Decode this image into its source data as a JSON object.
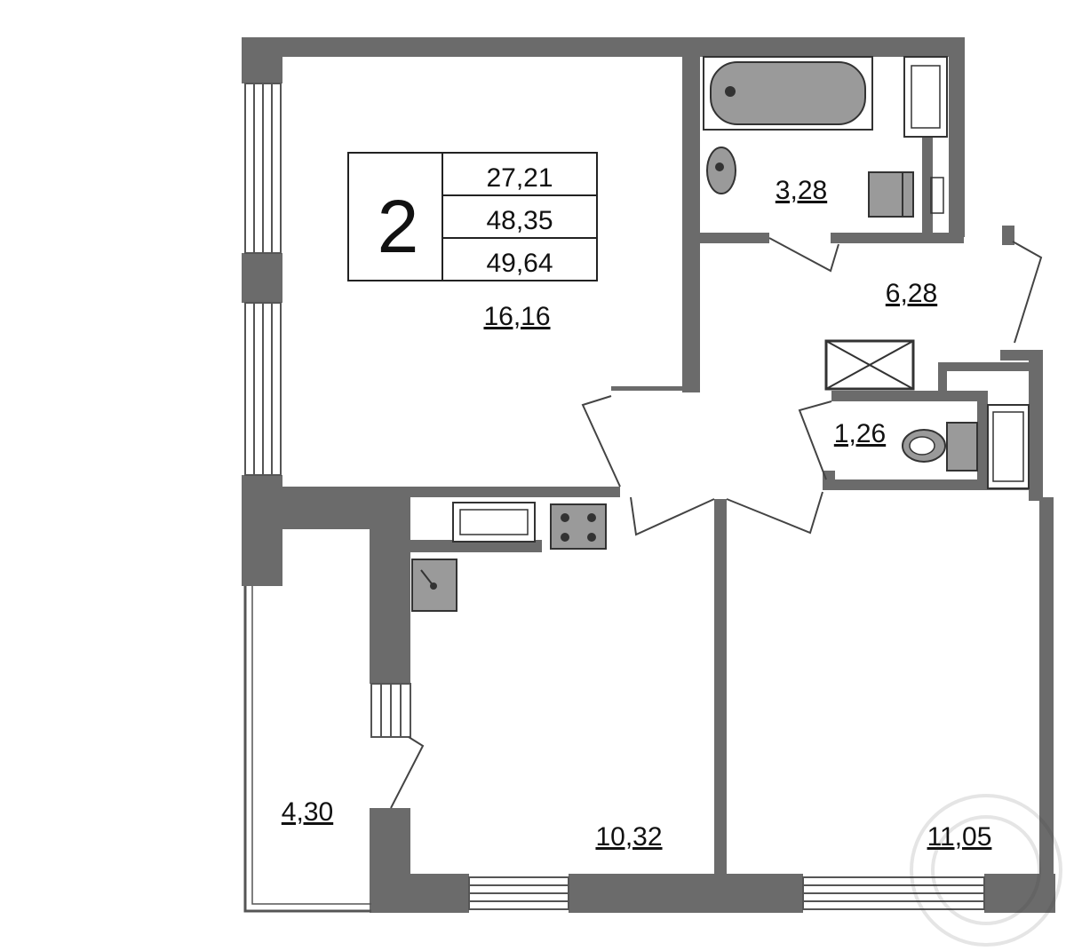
{
  "colors": {
    "wall": "#6b6b6b",
    "fixture": "#9a9a9a",
    "background": "#ffffff",
    "text": "#111111"
  },
  "summary": {
    "rooms_count": "2",
    "living_area": "27,21",
    "total_area": "48,35",
    "total_area_with_balcony": "49,64"
  },
  "rooms": {
    "living_room": "16,16",
    "bathroom": "3,28",
    "hallway": "6,28",
    "toilet": "1,26",
    "balcony": "4,30",
    "kitchen": "10,32",
    "bedroom": "11,05"
  },
  "icons": [
    "bathtub-icon",
    "washbasin-icon",
    "washing-machine-icon",
    "toilet-icon",
    "kitchen-sink-icon",
    "stove-icon",
    "ventilation-shaft-icon",
    "watermark-logo"
  ]
}
